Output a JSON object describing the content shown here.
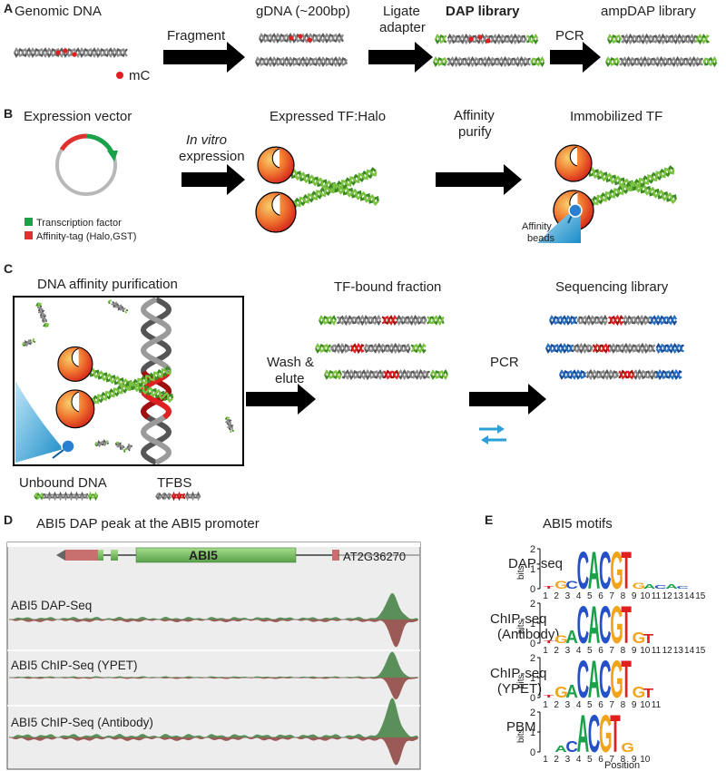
{
  "panels": {
    "a": "A",
    "b": "B",
    "c": "C",
    "d": "D",
    "e": "E"
  },
  "panel_a": {
    "genomic_dna": "Genomic DNA",
    "mc": "mC",
    "fragment": "Fragment",
    "gdna": "gDNA (~200bp)",
    "ligate_line1": "Ligate",
    "ligate_line2": "adapter",
    "dap_library": "DAP library",
    "pcr": "PCR",
    "ampdap_library": "ampDAP library"
  },
  "panel_b": {
    "expression_vector": "Expression vector",
    "legend_tf": "Transcription factor",
    "legend_tag": "Affinity-tag (Halo,GST)",
    "in_vitro": "In vitro",
    "expression": "expression",
    "expressed_tf": "Expressed TF:Halo",
    "affinity": "Affinity",
    "purify": "purify",
    "immobilized_tf": "Immobilized TF",
    "affinity_beads_1": "Affinity",
    "affinity_beads_2": "beads"
  },
  "panel_c": {
    "dap_title": "DNA affinity purification",
    "wash_1": "Wash &",
    "wash_2": "elute",
    "tf_bound": "TF-bound fraction",
    "pcr": "PCR",
    "seq_library": "Sequencing library",
    "unbound": "Unbound DNA",
    "tfbs": "TFBS"
  },
  "panel_d": {
    "title": "ABI5 DAP peak at the ABI5 promoter",
    "gene": "ABI5",
    "locus": "AT2G36270",
    "tracks": [
      {
        "label": "ABI5   DAP-Seq"
      },
      {
        "label": "ABI5   ChIP-Seq (YPET)"
      },
      {
        "label": "ABI5   ChIP-Seq (Antibody)"
      }
    ]
  },
  "panel_e": {
    "title": "ABI5 motifs",
    "bits": "bits",
    "position": "Position",
    "y_ticks": [
      "2",
      "1",
      "0"
    ],
    "motifs": [
      {
        "label1": "DAP-seq",
        "label2": "",
        "positions": [
          "1",
          "2",
          "3",
          "4",
          "5",
          "6",
          "7",
          "8",
          "9",
          "10",
          "11",
          "12",
          "13",
          "14",
          "15"
        ],
        "logo": [
          "T",
          "G",
          "C",
          "C",
          "A",
          "C",
          "G",
          "T",
          "G",
          "A",
          "C",
          "A",
          "C",
          "",
          ""
        ]
      },
      {
        "label1": "ChIP-seq",
        "label2": "(Antibody)",
        "positions": [
          "1",
          "2",
          "3",
          "4",
          "5",
          "6",
          "7",
          "8",
          "9",
          "10",
          "11",
          "12",
          "13",
          "14",
          "15"
        ],
        "logo": [
          "T",
          "G",
          "A",
          "C",
          "A",
          "C",
          "G",
          "T",
          "G",
          "T",
          "",
          "",
          "",
          "",
          ""
        ]
      },
      {
        "label1": "ChIP-seq",
        "label2": "(YPET)",
        "positions": [
          "1",
          "2",
          "3",
          "4",
          "5",
          "6",
          "7",
          "8",
          "9",
          "10",
          "11"
        ],
        "logo": [
          "T",
          "G",
          "A",
          "C",
          "A",
          "C",
          "G",
          "T",
          "G",
          "T",
          ""
        ]
      },
      {
        "label1": "PBM",
        "label2": "",
        "positions": [
          "1",
          "2",
          "3",
          "4",
          "5",
          "6",
          "7",
          "8",
          "9",
          "10"
        ],
        "logo": [
          "",
          "A",
          "C",
          "A",
          "C",
          "G",
          "T",
          "G",
          "",
          ""
        ]
      }
    ]
  },
  "colors": {
    "dna_gray": "#8a8a8a",
    "adapter_green": "#7cc242",
    "mc_red": "#e02020",
    "protein_red": "#e8442a",
    "protein_orange": "#f6a23c",
    "bead_blue": "#2a9fd8",
    "peak_green": "#5a8f5a",
    "peak_red": "#9a5a55",
    "seq_blue": "#2a6fc0"
  }
}
